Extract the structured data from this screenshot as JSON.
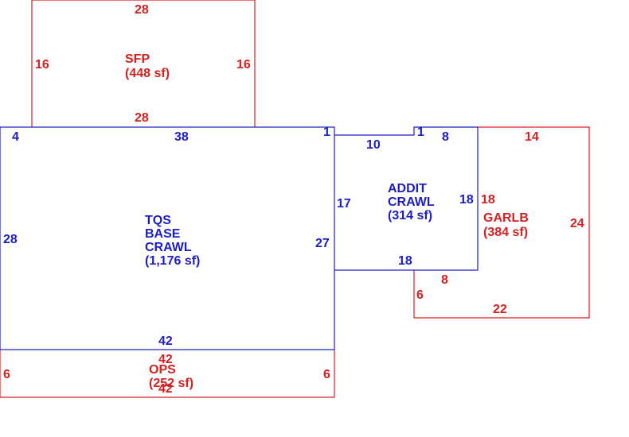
{
  "colors": {
    "red": "#d42020",
    "blue": "#1c1cc8",
    "background": "#ffffff"
  },
  "areas": {
    "sfp": {
      "name": "SFP",
      "area": "(448 sf)",
      "dims": {
        "top": "28",
        "bottom": "28",
        "left": "16",
        "right": "16"
      }
    },
    "tqs": {
      "name_line1": "TQS",
      "name_line2": "BASE",
      "name_line3": "CRAWL",
      "area": "(1,176 sf)",
      "dims": {
        "top_left": "4",
        "top": "38",
        "top_right": "1",
        "left": "28",
        "right": "27",
        "bottom": "42"
      }
    },
    "addit": {
      "name_line1": "ADDIT",
      "name_line2": "CRAWL",
      "area": "(314 sf)",
      "dims": {
        "top": "10",
        "notch": "1",
        "top_right": "8",
        "left": "17",
        "right": "18",
        "bottom": "18"
      }
    },
    "garlb": {
      "name": "GARLB",
      "area": "(384 sf)",
      "dims": {
        "top": "14",
        "left": "18",
        "right": "24",
        "inner": "8",
        "step": "6",
        "bottom": "22"
      }
    },
    "ops": {
      "name": "OPS",
      "area": "(252 sf)",
      "dims": {
        "top": "42",
        "bottom": "42",
        "left": "6",
        "right": "6"
      }
    }
  }
}
